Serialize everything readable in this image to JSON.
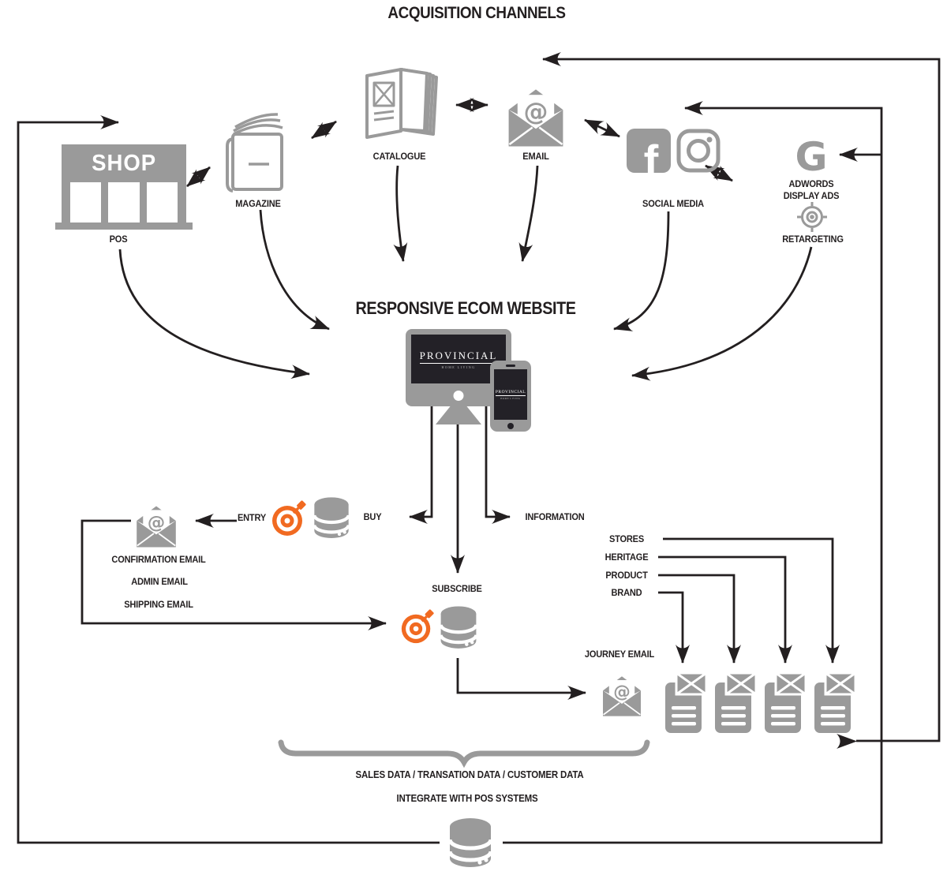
{
  "title": "ACQUISITION CHANNELS",
  "channels": {
    "shop_sign": "SHOP",
    "pos_label": "POS",
    "magazine_label": "MAGAZINE",
    "catalogue_label": "CATALOGUE",
    "email_label": "EMAIL",
    "social_label": "SOCIAL MEDIA",
    "adwords_line1": "ADWORDS",
    "adwords_line2": "DISPLAY ADS",
    "retargeting_label": "RETARGETING"
  },
  "website": {
    "heading": "RESPONSIVE ECOM WEBSITE",
    "brand": "PROVINCIAL",
    "brand_sub": "HOME LIVING"
  },
  "journey": {
    "entry_label": "ENTRY",
    "buy_label": "BUY",
    "information_label": "INFORMATION",
    "subscribe_label": "SUBSCRIBE",
    "confirmation_email_label": "CONFIRMATION EMAIL",
    "admin_email_label": "ADMIN EMAIL",
    "shipping_email_label": "SHIPPING EMAIL",
    "journey_email_label": "JOURNEY EMAIL",
    "segments": [
      "STORES",
      "HERITAGE",
      "PRODUCT",
      "BRAND"
    ]
  },
  "footer": {
    "data_summary": "SALES DATA /  TRANSATION DATA / CUSTOMER DATA",
    "integration": "INTEGRATE WITH POS SYSTEMS"
  },
  "icons": {
    "at": "@",
    "facebook_f": "f",
    "google_g": "G"
  },
  "colors": {
    "gray": "#9a9a9a",
    "ink": "#231f20",
    "orange": "#f16a21",
    "screen": "#232127"
  }
}
